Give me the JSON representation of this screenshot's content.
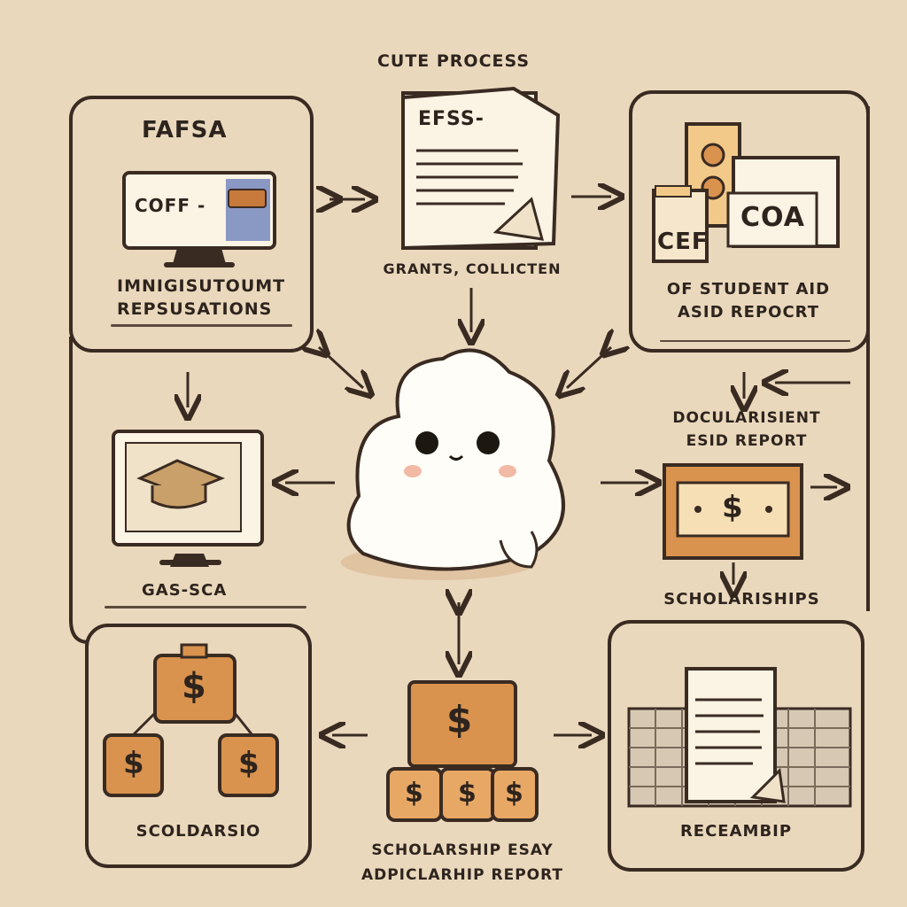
{
  "diagram": {
    "title": "CUTE PROCESS",
    "top_left": {
      "heading": "FAFSA",
      "screen_text": "COFF -",
      "caption_line1": "IMNIGISUTOUMT",
      "caption_line2": "REPSUSATIONS"
    },
    "top_center": {
      "doc_text": "EFSS-",
      "caption": "GRANTS, COLLICTEN"
    },
    "top_right": {
      "box_cef": "CEF",
      "box_coa": "COA",
      "caption_line1": "OF STUDENT AID",
      "caption_line2": "ASID REPOCRT"
    },
    "middle_left": {
      "caption": "GAS-SCA"
    },
    "middle_right": {
      "caption_line1": "DOCULARISIENT",
      "caption_line2": "ESID REPORT",
      "caption_bottom": "SCHOLARISHIPS"
    },
    "bottom_left": {
      "caption": "SCOLDARSIO"
    },
    "bottom_center": {
      "caption_line1": "SCHOLARSHIP ESAY",
      "caption_line2": "ADPICLARHIP REPORT"
    },
    "bottom_right": {
      "caption": "RECEAMBIP"
    },
    "dollar_sign": "$",
    "colors": {
      "background": "#ead8bd",
      "ink": "#3a2b22",
      "paper": "#fbf3e4",
      "money": "#d9934e",
      "mascot": "#fffdf7"
    }
  }
}
